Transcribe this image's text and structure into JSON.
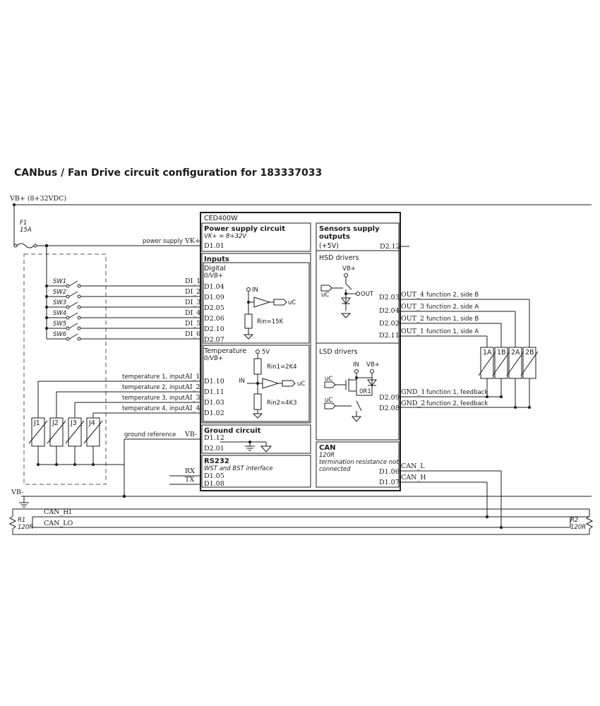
{
  "title": "CANbus / Fan Drive circuit configuration for 183337033",
  "supply": {
    "vbplus": "VB+ (8+32VDC)",
    "vbminus": "VB-",
    "fuse": "F1",
    "fuse_rating": "15A"
  },
  "module_name": "CED400W",
  "power_supply": {
    "title": "Power supply circuit",
    "sub": "VK+ = 8+32V",
    "pin": "D1.01",
    "wire_label": "power supply",
    "port": "VK+"
  },
  "inputs": {
    "title": "Inputs",
    "digital": {
      "label": "Digital",
      "range": "0/VB+",
      "in": "IN",
      "uc": "uC",
      "rin": "Rin=15K"
    },
    "digital_pins": [
      "D1.04",
      "D1.09",
      "D2.05",
      "D2.06",
      "D2.10",
      "D2.07"
    ],
    "switches": [
      "SW1",
      "SW2",
      "SW3",
      "SW4",
      "SW5",
      "SW6"
    ],
    "di_labels": [
      "DI_1",
      "DI_2",
      "DI_3",
      "DI_4",
      "DI_5",
      "DI_6"
    ],
    "temperature": {
      "label": "Temperature",
      "range": "0/VB+",
      "v5": "5V",
      "rin1": "Rin1=2K4",
      "rin2": "Rin2=4K3",
      "in": "IN",
      "uc": "uC"
    },
    "temp_pins": [
      "D1.10",
      "D1.11",
      "D1.03",
      "D1.02"
    ],
    "temp_wires": [
      "temperature 1, input",
      "temperature 2, input",
      "temperature 3, input",
      "temperature 4, input"
    ],
    "ai_labels": [
      "AI_1",
      "AI_2",
      "AI_3",
      "AI_4"
    ],
    "sensors": [
      "J1",
      "J2",
      "J3",
      "J4"
    ]
  },
  "ground": {
    "title": "Ground circuit",
    "pins": [
      "D1.12",
      "D2.01"
    ],
    "wire_label": "ground reference",
    "port": "VB-"
  },
  "rs232": {
    "title": "RS232",
    "sub": "WST and BST interface",
    "pins": [
      "D1.05",
      "D1.08"
    ],
    "signals": [
      "RX",
      "TX"
    ]
  },
  "sensors_supply": {
    "title1": "Sensors supply",
    "title2": "outputs",
    "voltage": "(+5V)",
    "pin": "D2.12"
  },
  "hsd": {
    "title": "HSD drivers",
    "vb": "VB+",
    "uc": "uC",
    "out": "OUT",
    "pins": [
      "D2.03",
      "D2.04",
      "D2.02",
      "D2.11"
    ],
    "outputs": [
      "OUT_4",
      "OUT_3",
      "OUT_2",
      "OUT_1"
    ],
    "functions": [
      "function 2, side B",
      "function 2, side A",
      "function 1, side B",
      "function 1, side A"
    ]
  },
  "lsd": {
    "title": "LSD drivers",
    "in": "IN",
    "vb": "VB+",
    "uc": "uC",
    "r": "0R1",
    "pins": [
      "D2.09",
      "D2.08"
    ],
    "outputs": [
      "GND_1",
      "GND_2"
    ],
    "functions": [
      "function 1, feedback",
      "function 2, feedback"
    ]
  },
  "coils": [
    "1A",
    "1B",
    "2A",
    "2B"
  ],
  "can": {
    "title": "CAN",
    "sub1": "120R",
    "sub2": "termination resistance not",
    "sub3": "connected",
    "pins": [
      "D1.06",
      "D1.07"
    ],
    "signals": [
      "CAN_L",
      "CAN_H"
    ],
    "bus_hi": "CAN_HI",
    "bus_lo": "CAN_LO",
    "r1": "R1",
    "r1_val": "120R",
    "r2": "R2",
    "r2_val": "120R"
  }
}
